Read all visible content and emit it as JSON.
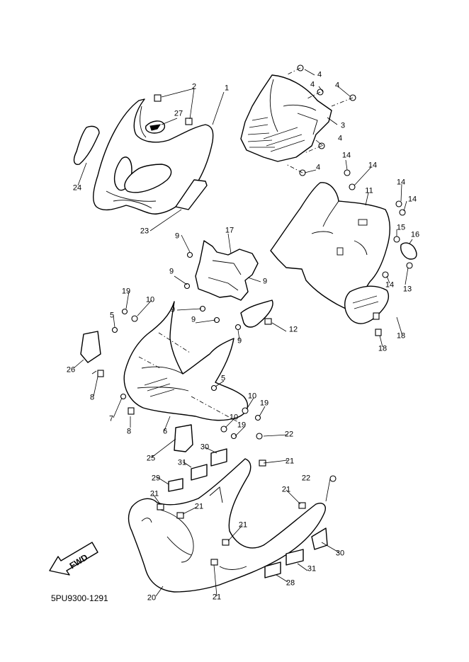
{
  "diagram": {
    "document_code": "5PU9300-1291",
    "direction_label": "FWD",
    "callouts": {
      "c1": "1",
      "c2": "2",
      "c3": "3",
      "c4a": "4",
      "c4b": "4",
      "c4c": "4",
      "c4d": "4",
      "c4e": "4",
      "c5a": "5",
      "c5b": "5",
      "c6": "6",
      "c7": "7",
      "c8a": "8",
      "c8b": "8",
      "c9a": "9",
      "c9b": "9",
      "c9c": "9",
      "c9d": "9",
      "c9e": "9",
      "c10a": "10",
      "c10b": "10",
      "c10c": "10",
      "c11": "11",
      "c12": "12",
      "c13": "13",
      "c14a": "14",
      "c14b": "14",
      "c14c": "14",
      "c14d": "14",
      "c14e": "14",
      "c15": "15",
      "c16": "16",
      "c17": "17",
      "c18a": "18",
      "c18b": "18",
      "c19a": "19",
      "c19b": "19",
      "c19c": "19",
      "c20": "20",
      "c21a": "21",
      "c21b": "21",
      "c21c": "21",
      "c21d": "21",
      "c21e": "21",
      "c21f": "21",
      "c22a": "22",
      "c22b": "22",
      "c23": "23",
      "c24": "24",
      "c25": "25",
      "c26": "26",
      "c27": "27",
      "c28": "28",
      "c29": "29",
      "c30a": "30",
      "c30b": "30",
      "c31a": "31",
      "c31b": "31"
    }
  }
}
